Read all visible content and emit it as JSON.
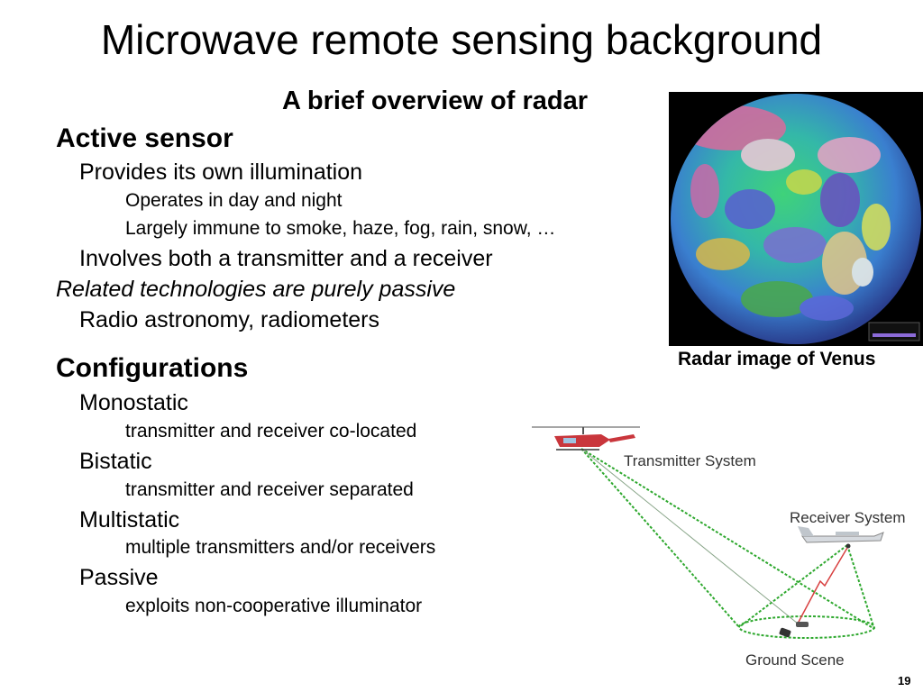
{
  "slide": {
    "title": "Microwave remote sensing background",
    "subtitle": "A brief overview of radar",
    "page_number": "19"
  },
  "active_sensor": {
    "heading": "Active sensor",
    "item1": "Provides its own illumination",
    "item1_sub1": "Operates in day and night",
    "item1_sub2": "Largely immune to smoke, haze, fog, rain, snow, …",
    "item2": "Involves both a transmitter and a receiver"
  },
  "related": {
    "heading": "Related technologies are purely passive",
    "item1": "Radio astronomy, radiometers"
  },
  "configurations": {
    "heading": "Configurations",
    "monostatic": "Monostatic",
    "monostatic_desc": "transmitter and receiver co-located",
    "bistatic": "Bistatic",
    "bistatic_desc": "transmitter and receiver separated",
    "multistatic": "Multistatic",
    "multistatic_desc": "multiple transmitters and/or receivers",
    "passive": "Passive",
    "passive_desc": "exploits non-cooperative illuminator"
  },
  "venus": {
    "caption": "Radar image of Venus"
  },
  "diagram": {
    "transmitter_label": "Transmitter System",
    "receiver_label": "Receiver System",
    "ground_label": "Ground Scene",
    "beam_color": "#2ea82e",
    "echo_color": "#d84040"
  }
}
